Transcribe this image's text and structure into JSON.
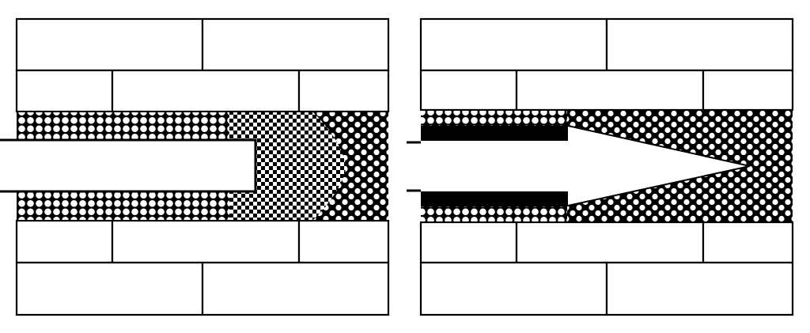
{
  "diagram": {
    "panels": [
      {
        "id": "left",
        "elements": [
          "brick-wall",
          "pipe",
          "granular-pattern",
          "transition-zone"
        ]
      },
      {
        "id": "right",
        "elements": [
          "brick-wall",
          "pipe",
          "granular-pattern",
          "arrow"
        ]
      }
    ],
    "colors": {
      "ink": "#000000",
      "paper": "#ffffff"
    }
  }
}
